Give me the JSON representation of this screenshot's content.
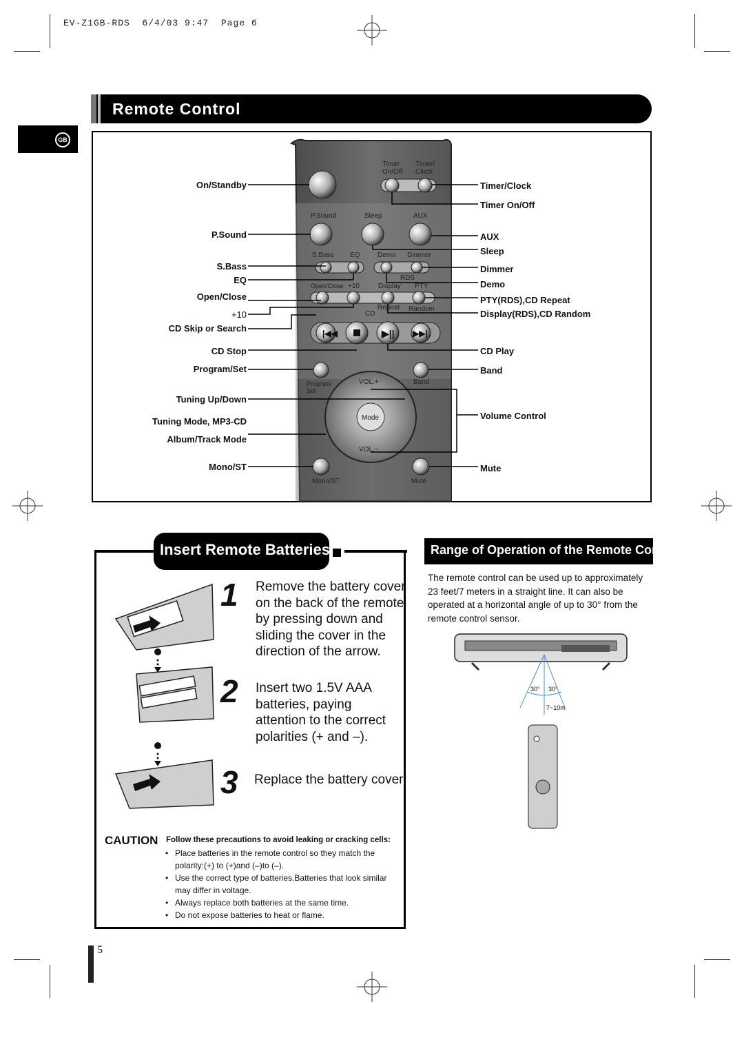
{
  "header_meta": "EV-Z1GB-RDS  6/4/03 9:47  Page 6",
  "section_title": "Remote Control",
  "lang_badge": "GB",
  "left_labels": [
    "On/Standby",
    "P.Sound",
    "S.Bass",
    "EQ",
    "Open/Close",
    "+10",
    "CD Skip or Search",
    "CD Stop",
    "Program/Set",
    "Tuning Up/Down",
    "Tuning Mode, MP3-CD",
    "Album/Track Mode",
    "Mono/ST"
  ],
  "right_labels": [
    "Timer/Clock",
    "Timer On/Off",
    "AUX",
    "Sleep",
    "Dimmer",
    "Demo",
    "PTY(RDS),CD Repeat",
    "Display(RDS),CD Random",
    "CD Play",
    "Band",
    "Volume Control",
    "Mute"
  ],
  "remote_face": {
    "timer_onoff": "Timer\nOn/Off",
    "timer_clock": "Timer/\nClock",
    "psound": "P.Sound",
    "sleep": "Sleep",
    "aux": "AUX",
    "sbass": "S.Bass",
    "eq": "EQ",
    "demo": "Demo",
    "dimmer": "Dimmer",
    "rds": "RDS",
    "open_close": "Open/Close",
    "plus10": "+10",
    "display": "Display",
    "pty": "PTY",
    "repeat": "Repeat",
    "random": "Random",
    "cd": "CD",
    "program_set": "Program/\nSet",
    "vol_up": "VOL.+",
    "band": "Band",
    "mode": "Mode",
    "vol_down": "VOL.−",
    "mono_st": "Mono/ST",
    "mute": "Mute"
  },
  "insert": {
    "title": "Insert Remote Batteries",
    "steps": [
      {
        "num": "1",
        "lines": [
          "Remove the battery cover",
          "on the back of the remote",
          "by pressing down and",
          "sliding the cover in the",
          "direction of the arrow."
        ]
      },
      {
        "num": "2",
        "lines": [
          "Insert two 1.5V AAA",
          "batteries, paying",
          "attention to the correct",
          "polarities (+ and –)."
        ]
      },
      {
        "num": "3",
        "lines": [
          "Replace the battery cover."
        ]
      }
    ],
    "caution_word": "CAUTION",
    "caution_head": "Follow these precautions to avoid leaking or cracking cells:",
    "bullets": [
      "Place batteries in the remote control so they match the polarity:(+) to (+)and (–)to (–).",
      "Use the correct type of batteries.Batteries that look similar may differ in voltage.",
      "Always replace both batteries at the same time.",
      "Do not expose batteries to heat or flame."
    ]
  },
  "range": {
    "title": "Range of Operation of the Remote Control",
    "text": "The remote control can be used up to approximately 23 feet/7 meters in a straight line. It can also be operated at a horizontal angle of up to 30° from the remote control sensor.",
    "angle_left": "30°",
    "angle_right": "30°",
    "distance": "7~10m"
  },
  "page_number": "5"
}
